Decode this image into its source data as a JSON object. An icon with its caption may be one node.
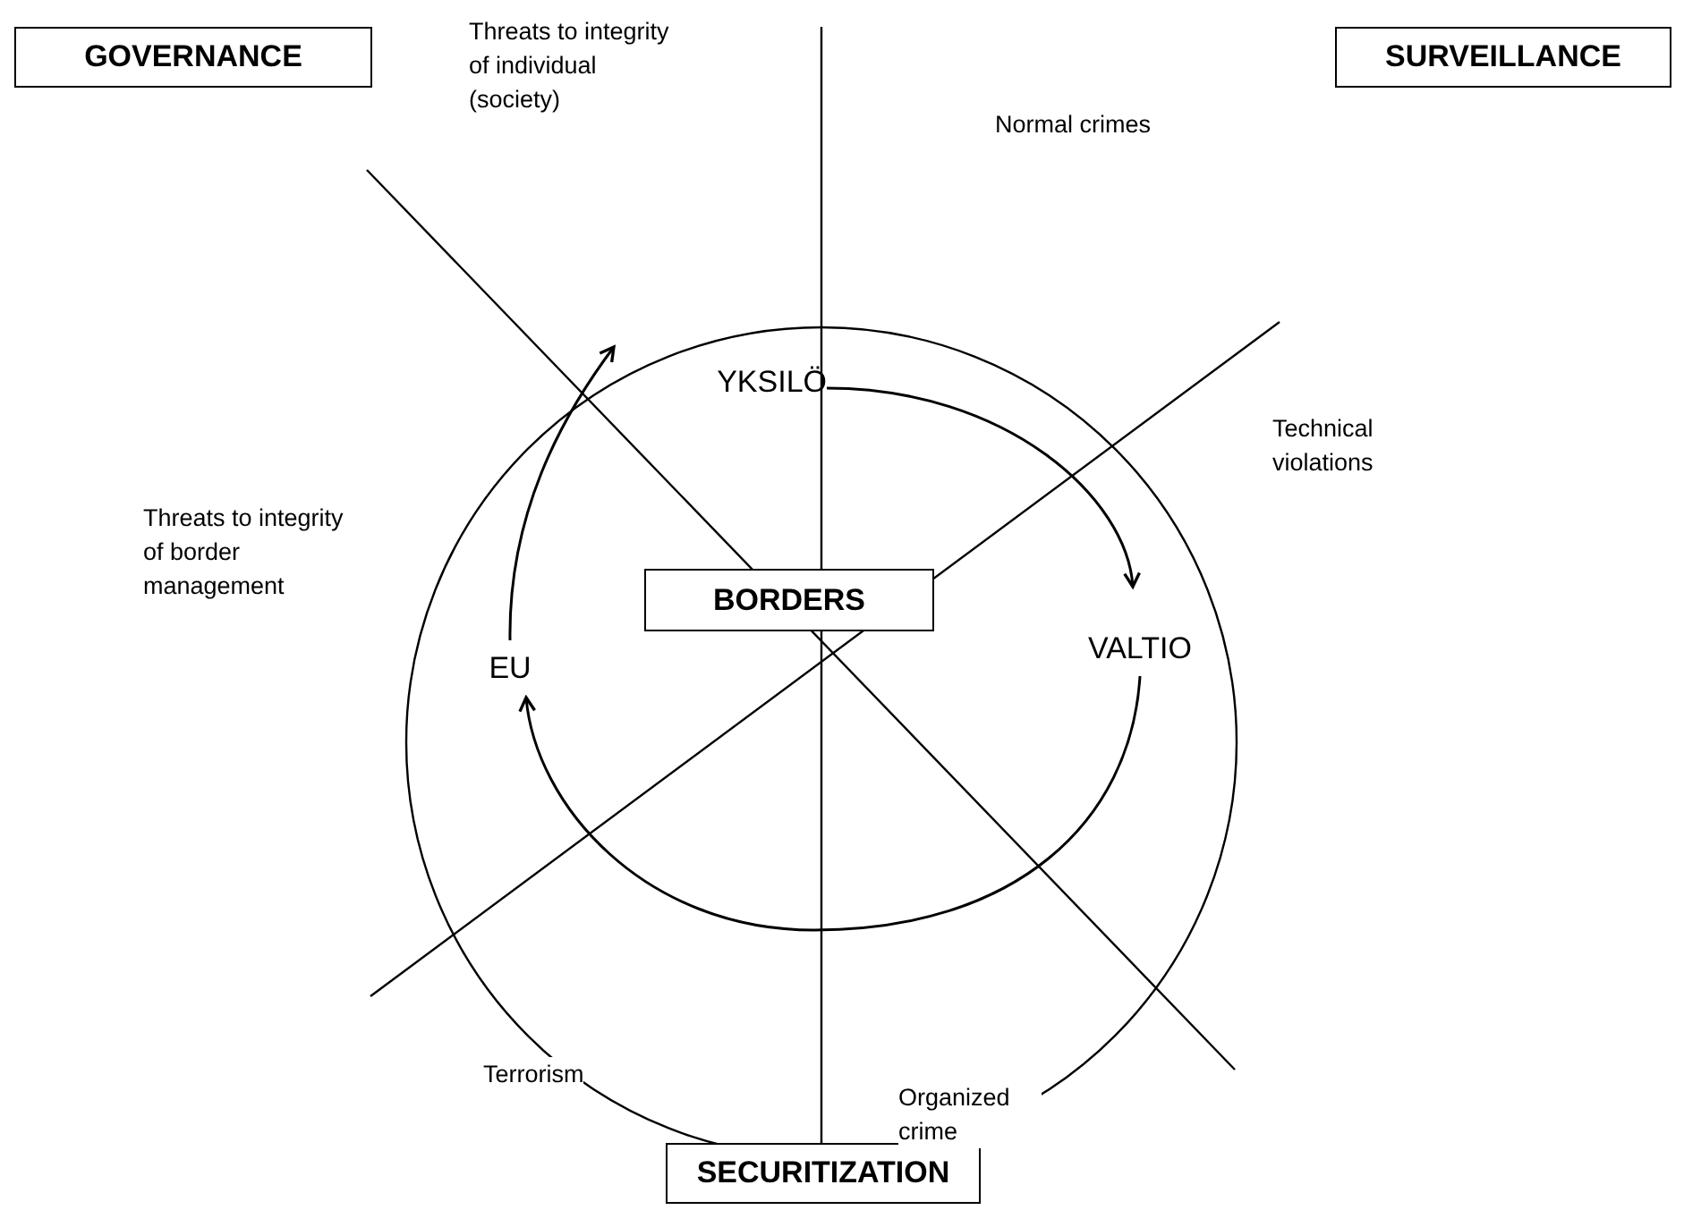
{
  "diagram": {
    "nodes": [
      {
        "text": [
          "GOVERNANCE"
        ]
      },
      {
        "text": [
          "SURVEILLANCE"
        ]
      },
      {
        "text": [
          "SECURITIZATION"
        ]
      },
      {
        "text": [
          "BORDERS"
        ]
      },
      {
        "text": [
          "YKSILÖ"
        ]
      },
      {
        "text": [
          "VALTIO"
        ]
      },
      {
        "text": [
          "EU"
        ]
      }
    ],
    "edges": [
      {
        "from": 4,
        "to": 5,
        "arrow": "to"
      },
      {
        "from": 5,
        "to": 6,
        "arrow": "to"
      },
      {
        "from": 6,
        "to": 4,
        "arrow": "to"
      }
    ],
    "labels": [
      "Threats to integrity of individual (society)",
      "Normal crimes",
      "Technical violations",
      "Threats to integrity of border management",
      "Terrorism",
      "Organized crime"
    ]
  }
}
